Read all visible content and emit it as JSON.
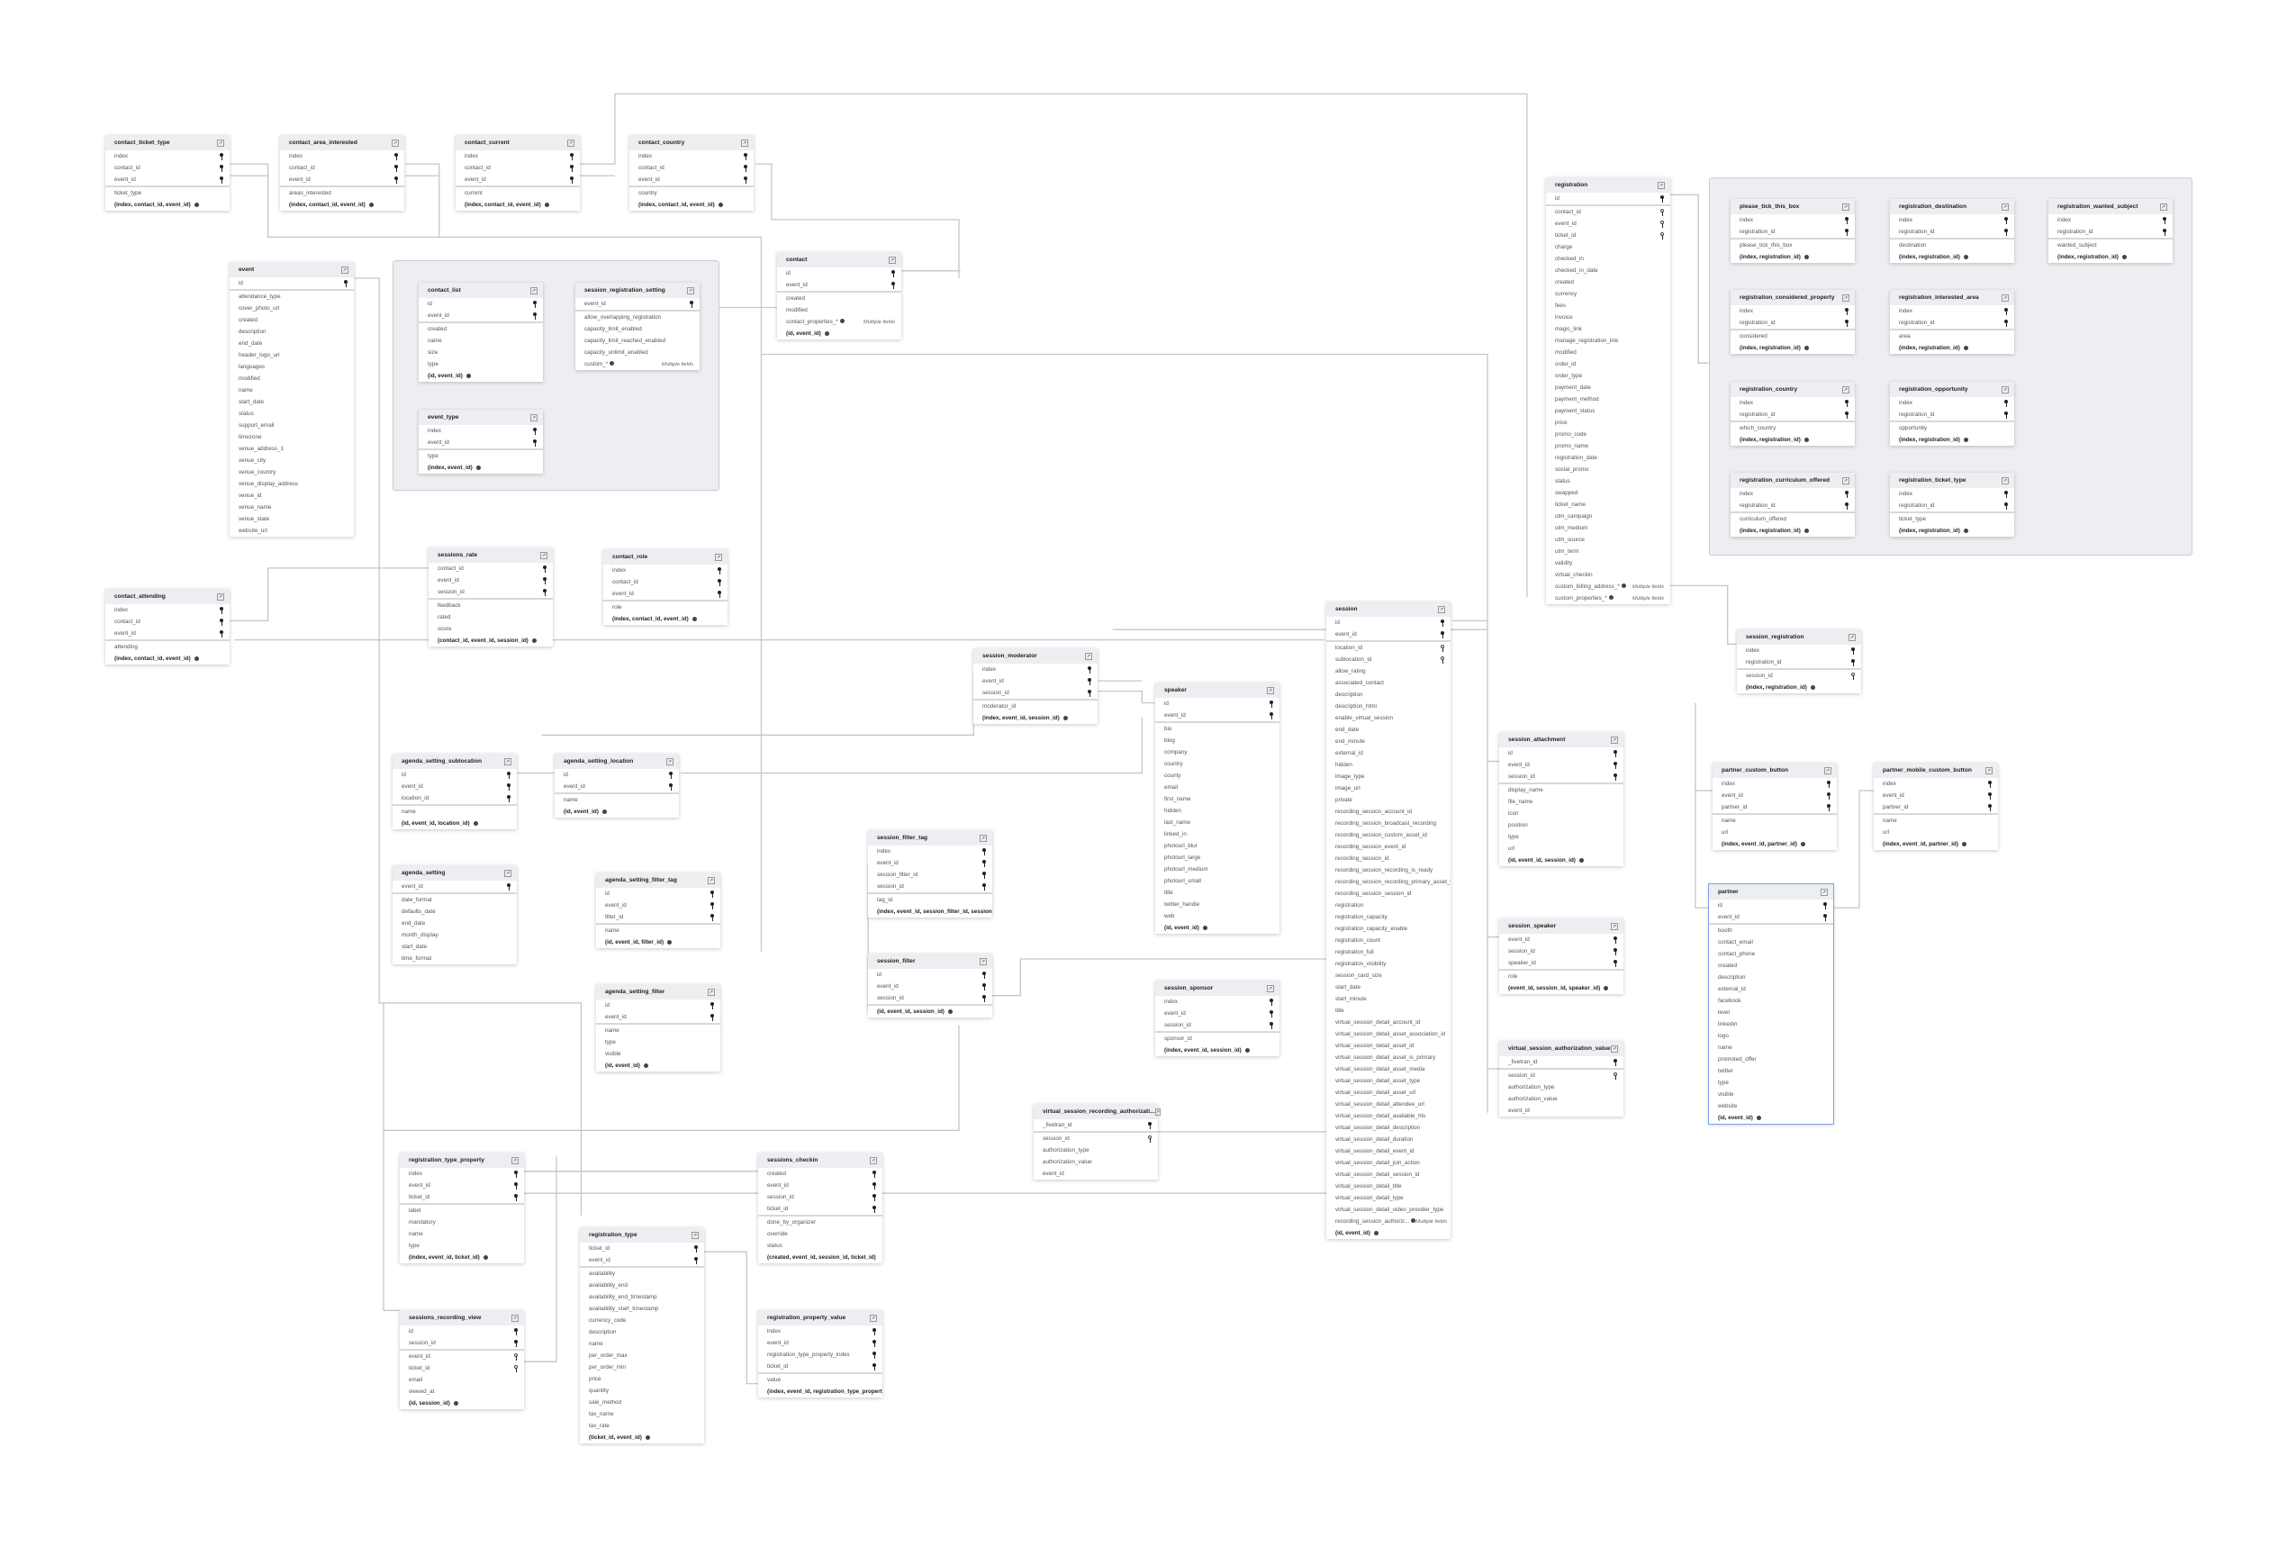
{
  "groups": [
    "registration-settings-group",
    "registration-answers-group"
  ],
  "tables": [
    {
      "name": "contact_ticket_type",
      "keys": [
        "index",
        "contact_id",
        "event_id"
      ],
      "fks": [],
      "fields": [
        "ticket_type"
      ],
      "multi": [],
      "index": "(index, contact_id, event_id)"
    },
    {
      "name": "contact_area_interested",
      "keys": [
        "index",
        "contact_id",
        "event_id"
      ],
      "fks": [],
      "fields": [
        "areas_interested"
      ],
      "multi": [],
      "index": "(index, contact_id, event_id)"
    },
    {
      "name": "contact_current",
      "keys": [
        "index",
        "contact_id",
        "event_id"
      ],
      "fks": [],
      "fields": [
        "current"
      ],
      "multi": [],
      "index": "(index, contact_id, event_id)"
    },
    {
      "name": "contact_country",
      "keys": [
        "index",
        "contact_id",
        "event_id"
      ],
      "fks": [],
      "fields": [
        "country"
      ],
      "multi": [],
      "index": "(index, contact_id, event_id)"
    },
    {
      "name": "event",
      "keys": [
        "id"
      ],
      "fks": [],
      "fields": [
        "attendance_type",
        "cover_photo_url",
        "created",
        "description",
        "end_date",
        "header_logo_url",
        "languages",
        "modified",
        "name",
        "start_date",
        "status",
        "support_email",
        "timezone",
        "venue_address_1",
        "venue_city",
        "venue_country",
        "venue_display_address",
        "venue_id",
        "venue_name",
        "venue_state",
        "website_url"
      ],
      "multi": [],
      "index": ""
    },
    {
      "name": "contact_list",
      "keys": [
        "id",
        "event_id"
      ],
      "fks": [],
      "fields": [
        "created",
        "name",
        "size",
        "type"
      ],
      "multi": [],
      "index": "(id, event_id)"
    },
    {
      "name": "session_registration_setting",
      "keys": [
        "event_id"
      ],
      "fks": [],
      "fields": [
        "allow_overlapping_registration",
        "capacity_limit_enabled",
        "capacity_limit_reached_enabled",
        "capacity_unlimit_enabled"
      ],
      "multi": [
        {
          "name": "custom_*",
          "note": "Multiple fields"
        }
      ],
      "index": ""
    },
    {
      "name": "event_type",
      "keys": [
        "index",
        "event_id"
      ],
      "fks": [],
      "fields": [
        "type"
      ],
      "multi": [],
      "index": "(index, event_id)"
    },
    {
      "name": "contact",
      "keys": [
        "id",
        "event_id"
      ],
      "fks": [],
      "fields": [
        "created",
        "modified"
      ],
      "multi": [
        {
          "name": "contact_properties_*",
          "note": "Multiple fields"
        }
      ],
      "index": "(id, event_id)"
    },
    {
      "name": "registration",
      "keys": [
        "id"
      ],
      "fks": [
        "contact_id",
        "event_id",
        "ticket_id"
      ],
      "fields": [
        "charge",
        "checked_in",
        "checked_in_date",
        "created",
        "currency",
        "fees",
        "invoice",
        "magic_link",
        "manage_registration_link",
        "modified",
        "order_id",
        "order_type",
        "payment_date",
        "payment_method",
        "payment_status",
        "price",
        "promo_code",
        "promo_name",
        "registration_date",
        "social_promo",
        "status",
        "swapped",
        "ticket_name",
        "utm_campaign",
        "utm_medium",
        "utm_source",
        "utm_term",
        "validity",
        "virtual_checkin"
      ],
      "multi": [
        {
          "name": "custom_billing_address_*",
          "note": "Multiple fields"
        },
        {
          "name": "custom_properties_*",
          "note": "Multiple fields"
        }
      ],
      "index": ""
    },
    {
      "name": "please_tick_this_box",
      "keys": [
        "index",
        "registration_id"
      ],
      "fks": [],
      "fields": [
        "please_tick_this_box"
      ],
      "multi": [],
      "index": "(index, registration_id)"
    },
    {
      "name": "registration_destination",
      "keys": [
        "index",
        "registration_id"
      ],
      "fks": [],
      "fields": [
        "destination"
      ],
      "multi": [],
      "index": "(index, registration_id)"
    },
    {
      "name": "registration_wanted_subject",
      "keys": [
        "index",
        "registration_id"
      ],
      "fks": [],
      "fields": [
        "wanted_subject"
      ],
      "multi": [],
      "index": "(index, registration_id)"
    },
    {
      "name": "registration_considered_property",
      "keys": [
        "index",
        "registration_id"
      ],
      "fks": [],
      "fields": [
        "considered"
      ],
      "multi": [],
      "index": "(index, registration_id)"
    },
    {
      "name": "registration_interested_area",
      "keys": [
        "index",
        "registration_id"
      ],
      "fks": [],
      "fields": [
        "area"
      ],
      "multi": [],
      "index": "(index, registration_id)"
    },
    {
      "name": "registration_country",
      "keys": [
        "index",
        "registration_id"
      ],
      "fks": [],
      "fields": [
        "which_country"
      ],
      "multi": [],
      "index": "(index, registration_id)"
    },
    {
      "name": "registration_opportunity",
      "keys": [
        "index",
        "registration_id"
      ],
      "fks": [],
      "fields": [
        "opportunity"
      ],
      "multi": [],
      "index": "(index, registration_id)"
    },
    {
      "name": "registration_curriculum_offered",
      "keys": [
        "index",
        "registration_id"
      ],
      "fks": [],
      "fields": [
        "curriculum_offered"
      ],
      "multi": [],
      "index": "(index, registration_id)"
    },
    {
      "name": "registration_ticket_type",
      "keys": [
        "index",
        "registration_id"
      ],
      "fks": [],
      "fields": [
        "ticket_type"
      ],
      "multi": [],
      "index": "(index, registration_id)"
    },
    {
      "name": "contact_attending",
      "keys": [
        "index",
        "contact_id",
        "event_id"
      ],
      "fks": [],
      "fields": [
        "attending"
      ],
      "multi": [],
      "index": "(index, contact_id, event_id)"
    },
    {
      "name": "sessions_rate",
      "keys": [
        "contact_id",
        "event_id",
        "session_id"
      ],
      "fks": [],
      "fields": [
        "feedback",
        "rated",
        "score"
      ],
      "multi": [],
      "index": "(contact_id, event_id, session_id)"
    },
    {
      "name": "contact_role",
      "keys": [
        "index",
        "contact_id",
        "event_id"
      ],
      "fks": [],
      "fields": [
        "role"
      ],
      "multi": [],
      "index": "(index, contact_id, event_id)"
    },
    {
      "name": "session_moderator",
      "keys": [
        "index",
        "event_id",
        "session_id"
      ],
      "fks": [],
      "fields": [
        "moderator_id"
      ],
      "multi": [],
      "index": "(index, event_id, session_id)"
    },
    {
      "name": "speaker",
      "keys": [
        "id",
        "event_id"
      ],
      "fks": [],
      "fields": [
        "bio",
        "blog",
        "company",
        "country",
        "county",
        "email",
        "first_name",
        "hidden",
        "last_name",
        "linked_in",
        "photourl_blur",
        "photourl_large",
        "photourl_medium",
        "photourl_small",
        "title",
        "twitter_handle",
        "web"
      ],
      "multi": [],
      "index": "(id, event_id)"
    },
    {
      "name": "session",
      "keys": [
        "id",
        "event_id"
      ],
      "fks": [
        "location_id",
        "sublocation_id"
      ],
      "fields": [
        "allow_rating",
        "associated_contact",
        "description",
        "description_html",
        "enable_virtual_session",
        "end_date",
        "end_minute",
        "external_id",
        "hidden",
        "image_type",
        "image_url",
        "private",
        "recording_session_account_id",
        "recording_session_broadcast_recording",
        "recording_session_custom_asset_id",
        "recording_session_event_id",
        "recording_session_id",
        "recording_session_recording_is_ready",
        "recording_session_recording_primary_asset_type",
        "recording_session_session_id",
        "registration",
        "registration_capacity",
        "registration_capacity_enable",
        "registration_count",
        "registration_full",
        "registration_visibility",
        "session_card_size",
        "start_date",
        "start_minute",
        "title",
        "virtual_session_detail_account_id",
        "virtual_session_detail_asset_association_id",
        "virtual_session_detail_asset_id",
        "virtual_session_detail_asset_is_primary",
        "virtual_session_detail_asset_media",
        "virtual_session_detail_asset_type",
        "virtual_session_detail_asset_url",
        "virtual_session_detail_attendee_url",
        "virtual_session_detail_available_hls",
        "virtual_session_detail_description",
        "virtual_session_detail_duration",
        "virtual_session_detail_event_id",
        "virtual_session_detail_join_action",
        "virtual_session_detail_session_id",
        "virtual_session_detail_title",
        "virtual_session_detail_type",
        "virtual_session_detail_video_provider_type"
      ],
      "multi": [
        {
          "name": "recording_session_authoriz...",
          "note": "Multiple fields"
        }
      ],
      "index": "(id, event_id)"
    },
    {
      "name": "session_registration",
      "keys": [
        "index",
        "registration_id"
      ],
      "fks": [
        "session_id"
      ],
      "fields": [],
      "multi": [],
      "index": "(index, registration_id)"
    },
    {
      "name": "session_attachment",
      "keys": [
        "id",
        "event_id",
        "session_id"
      ],
      "fks": [],
      "fields": [
        "display_name",
        "file_name",
        "icon",
        "position",
        "type",
        "url"
      ],
      "multi": [],
      "index": "(id, event_id, session_id)"
    },
    {
      "name": "session_speaker",
      "keys": [
        "event_id",
        "session_id",
        "speaker_id"
      ],
      "fks": [],
      "fields": [
        "role"
      ],
      "multi": [],
      "index": "(event_id, session_id, speaker_id)"
    },
    {
      "name": "virtual_session_authorization_value",
      "keys": [
        "_fivetran_id"
      ],
      "fks": [
        "session_id"
      ],
      "fields": [
        "authorization_type",
        "authorization_value",
        "event_id"
      ],
      "multi": [],
      "index": ""
    },
    {
      "name": "partner_custom_button",
      "keys": [
        "index",
        "event_id",
        "partner_id"
      ],
      "fks": [],
      "fields": [
        "name",
        "url"
      ],
      "multi": [],
      "index": "(index, event_id, partner_id)"
    },
    {
      "name": "partner_mobile_custom_button",
      "keys": [
        "index",
        "event_id",
        "partner_id"
      ],
      "fks": [],
      "fields": [
        "name",
        "url"
      ],
      "multi": [],
      "index": "(index, event_id, partner_id)"
    },
    {
      "name": "partner",
      "keys": [
        "id",
        "event_id"
      ],
      "fks": [],
      "fields": [
        "booth",
        "contact_email",
        "contact_phone",
        "created",
        "description",
        "external_id",
        "facebook",
        "level",
        "linkedin",
        "logo",
        "name",
        "promoted_offer",
        "twitter",
        "type",
        "visible",
        "website"
      ],
      "multi": [],
      "index": "(id, event_id)",
      "selected": true
    },
    {
      "name": "agenda_setting_sublocation",
      "keys": [
        "id",
        "event_id",
        "location_id"
      ],
      "fks": [],
      "fields": [
        "name"
      ],
      "multi": [],
      "index": "(id, event_id, location_id)"
    },
    {
      "name": "agenda_setting_location",
      "keys": [
        "id",
        "event_id"
      ],
      "fks": [],
      "fields": [
        "name"
      ],
      "multi": [],
      "index": "(id, event_id)"
    },
    {
      "name": "agenda_setting",
      "keys": [
        "event_id"
      ],
      "fks": [],
      "fields": [
        "date_format",
        "defaults_date",
        "end_date",
        "month_display",
        "start_date",
        "time_format"
      ],
      "multi": [],
      "index": ""
    },
    {
      "name": "agenda_setting_filter_tag",
      "keys": [
        "id",
        "event_id",
        "filter_id"
      ],
      "fks": [],
      "fields": [
        "name"
      ],
      "multi": [],
      "index": "(id, event_id, filter_id)"
    },
    {
      "name": "agenda_setting_filter",
      "keys": [
        "id",
        "event_id"
      ],
      "fks": [],
      "fields": [
        "name",
        "type",
        "visible"
      ],
      "multi": [],
      "index": "(id, event_id)"
    },
    {
      "name": "session_filter_tag",
      "keys": [
        "index",
        "event_id",
        "session_filter_id",
        "session_id"
      ],
      "fks": [],
      "fields": [
        "tag_id"
      ],
      "multi": [],
      "index": "(index, event_id, session_filter_id, session_id)"
    },
    {
      "name": "session_filter",
      "keys": [
        "id",
        "event_id",
        "session_id"
      ],
      "fks": [],
      "fields": [],
      "multi": [],
      "index": "(id, event_id, session_id)"
    },
    {
      "name": "session_sponsor",
      "keys": [
        "index",
        "event_id",
        "session_id"
      ],
      "fks": [],
      "fields": [
        "sponsor_id"
      ],
      "multi": [],
      "index": "(index, event_id, session_id)"
    },
    {
      "name": "virtual_session_recording_authorizati...",
      "keys": [
        "_fivetran_id"
      ],
      "fks": [
        "session_id"
      ],
      "fields": [
        "authorization_type",
        "authorization_value",
        "event_id"
      ],
      "multi": [],
      "index": ""
    },
    {
      "name": "registration_type_property",
      "keys": [
        "index",
        "event_id",
        "ticket_id"
      ],
      "fks": [],
      "fields": [
        "label",
        "mandatory",
        "name",
        "type"
      ],
      "multi": [],
      "index": "(index, event_id, ticket_id)"
    },
    {
      "name": "sessions_checkin",
      "keys": [
        "created",
        "event_id",
        "session_id",
        "ticket_id"
      ],
      "fks": [],
      "fields": [
        "done_by_organizer",
        "override",
        "status"
      ],
      "multi": [],
      "index": "(created, event_id, session_id, ticket_id)"
    },
    {
      "name": "registration_type",
      "keys": [
        "ticket_id",
        "event_id"
      ],
      "fks": [],
      "fields": [
        "availability",
        "availability_end",
        "availability_end_timestamp",
        "availability_start_timestamp",
        "currency_code",
        "description",
        "name",
        "per_order_max",
        "per_order_min",
        "price",
        "quantity",
        "sale_method",
        "tax_name",
        "tax_rate"
      ],
      "multi": [],
      "index": "(ticket_id, event_id)"
    },
    {
      "name": "sessions_recording_view",
      "keys": [
        "id",
        "session_id"
      ],
      "fks": [
        "event_id",
        "ticket_id"
      ],
      "fields": [
        "email",
        "viewed_at"
      ],
      "multi": [],
      "index": "(id, session_id)"
    },
    {
      "name": "registration_property_value",
      "keys": [
        "index",
        "event_id",
        "registration_type_property_index",
        "ticket_id"
      ],
      "fks": [],
      "fields": [
        "value"
      ],
      "multi": [],
      "index": "(index, event_id, registration_type_property...)"
    }
  ]
}
